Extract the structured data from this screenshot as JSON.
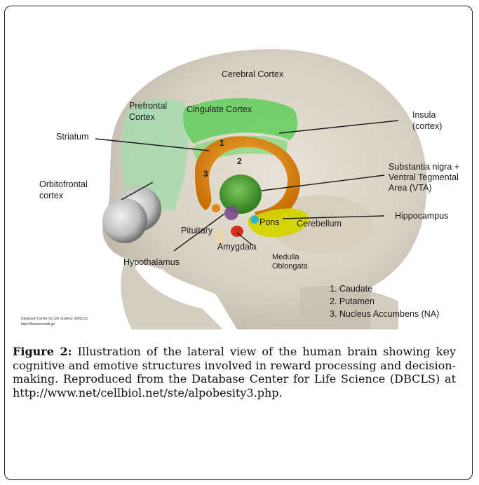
{
  "figure": {
    "labels": {
      "cerebral_cortex": "Cerebral Cortex",
      "prefrontal_cortex": "Prefrontal\nCortex",
      "cingulate_cortex": "Cingulate Cortex",
      "striatum": "Striatum",
      "insula": "Insula\n(cortex)",
      "orbitofrontal": "Orbitofrontal\ncortex",
      "substantia_nigra": "Substantia nigra +\nVentral Tegmental\nArea (VTA)",
      "hippocampus": "Hippocampus",
      "pituitary": "Pituitary",
      "pons": "Pons",
      "cerebellum": "Cerebellum",
      "amygdala": "Amygdala",
      "medulla": "Medulla\nOblongata",
      "hypothalamus": "Hypothalamus"
    },
    "numbers": [
      "1",
      "2",
      "3"
    ],
    "legend": [
      "1. Caudate",
      "2. Putamen",
      "3. Nucleus Accumbens (NA)"
    ],
    "credit": [
      "Database Center for Life Science (DBCLS)",
      "http://lifesciencedb.jp/"
    ]
  },
  "caption": {
    "label": "Figure 2:",
    "text": " Illustration of the lateral view of the human brain showing key cognitive and emotive structures involved in reward processing and decision-making. Reproduced from the Database Center for Life Science (DBCLS) at http://www.net/cellbiol.net/ste/alpobesity3.php."
  },
  "colors": {
    "skull": "#d9d2c5",
    "prefrontal": "#a8d9b0",
    "cingulate": "#5fcf5a",
    "caudate": "#e08a12",
    "putamen": "#4ca232",
    "hippocampus": "#d4d400",
    "amygdala": "#d92b1a"
  }
}
